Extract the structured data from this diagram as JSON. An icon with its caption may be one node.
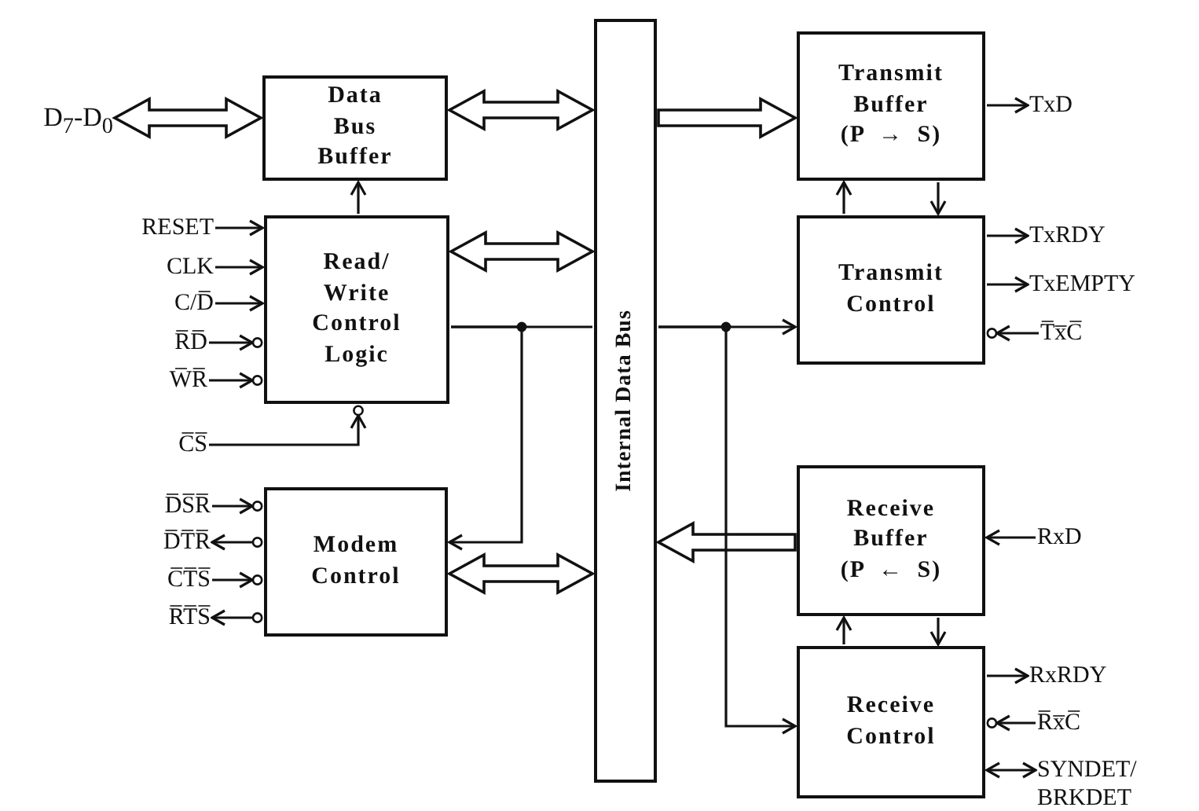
{
  "diagram": {
    "nodes": [
      {
        "text": [
          "Data Bus Buffer"
        ]
      },
      {
        "text": [
          "Read/ Write Control Logic"
        ]
      },
      {
        "text": [
          "Modem Control"
        ]
      },
      {
        "text": [
          "Internal Data Bus"
        ]
      },
      {
        "text": [
          "Transmit Buffer (P → S)"
        ]
      },
      {
        "text": [
          "Transmit Control"
        ]
      },
      {
        "text": [
          "Receive Buffer (P ← S)"
        ]
      },
      {
        "text": [
          "Receive Control"
        ]
      },
      {
        "text": [
          "D$_{7}$-D$_{0}$"
        ]
      },
      {
        "text": [
          "RESET"
        ]
      },
      {
        "text": [
          "CLK"
        ]
      },
      {
        "text": [
          "C/D̅"
        ]
      },
      {
        "text": [
          "R̅D̅"
        ]
      },
      {
        "text": [
          "W̅R̅"
        ]
      },
      {
        "text": [
          "C̅S̅"
        ]
      },
      {
        "text": [
          "D̅S̅R̅"
        ]
      },
      {
        "text": [
          "D̅T̅R̅"
        ]
      },
      {
        "text": [
          "C̅T̅S̅"
        ]
      },
      {
        "text": [
          "R̅T̅S̅"
        ]
      },
      {
        "text": [
          "TxD"
        ]
      },
      {
        "text": [
          "TxRDY"
        ]
      },
      {
        "text": [
          "TxEMPTY"
        ]
      },
      {
        "text": [
          "T̅x̅C̅"
        ]
      },
      {
        "text": [
          "RxD"
        ]
      },
      {
        "text": [
          "RxRDY"
        ]
      },
      {
        "text": [
          "R̅x̅C̅"
        ]
      },
      {
        "text": [
          "SYNDET/ BRKDET"
        ]
      }
    ],
    "edges": [
      {
        "from": 8,
        "to": 0,
        "arrow": "both",
        "style": "thick"
      },
      {
        "from": 0,
        "to": 3,
        "arrow": "both",
        "style": "thick"
      },
      {
        "from": 1,
        "to": 0,
        "arrow": "to"
      },
      {
        "from": 1,
        "to": 3,
        "arrow": "both",
        "style": "thick"
      },
      {
        "from": 2,
        "to": 3,
        "arrow": "both",
        "style": "thick"
      },
      {
        "from": 3,
        "to": 4,
        "arrow": "to",
        "style": "thick"
      },
      {
        "from": 6,
        "to": 3,
        "arrow": "to",
        "style": "thick"
      },
      {
        "from": 1,
        "to": 2,
        "arrow": "to"
      },
      {
        "from": 1,
        "to": 3,
        "arrow": "none"
      },
      {
        "from": 3,
        "to": 5,
        "arrow": "to"
      },
      {
        "from": 5,
        "to": 4,
        "arrow": "to"
      },
      {
        "from": 4,
        "to": 5,
        "arrow": "to"
      },
      {
        "from": 7,
        "to": 6,
        "arrow": "to"
      },
      {
        "from": 6,
        "to": 7,
        "arrow": "to"
      },
      {
        "from": 9,
        "to": 1,
        "arrow": "to"
      },
      {
        "from": 10,
        "to": 1,
        "arrow": "to"
      },
      {
        "from": 11,
        "to": 1,
        "arrow": "to"
      },
      {
        "from": 12,
        "to": 1,
        "arrow": "to"
      },
      {
        "from": 13,
        "to": 1,
        "arrow": "to"
      },
      {
        "from": 14,
        "to": 1,
        "arrow": "to"
      },
      {
        "from": 15,
        "to": 2,
        "arrow": "to"
      },
      {
        "from": 2,
        "to": 16,
        "arrow": "to"
      },
      {
        "from": 17,
        "to": 2,
        "arrow": "to"
      },
      {
        "from": 2,
        "to": 18,
        "arrow": "to"
      },
      {
        "from": 4,
        "to": 19,
        "arrow": "to"
      },
      {
        "from": 5,
        "to": 20,
        "arrow": "to"
      },
      {
        "from": 5,
        "to": 21,
        "arrow": "to"
      },
      {
        "from": 22,
        "to": 5,
        "arrow": "to"
      },
      {
        "from": 23,
        "to": 6,
        "arrow": "to"
      },
      {
        "from": 7,
        "to": 24,
        "arrow": "to"
      },
      {
        "from": 25,
        "to": 7,
        "arrow": "to"
      },
      {
        "from": 7,
        "to": 26,
        "arrow": "both"
      },
      {
        "from": 3,
        "to": 7,
        "arrow": "to"
      }
    ]
  }
}
